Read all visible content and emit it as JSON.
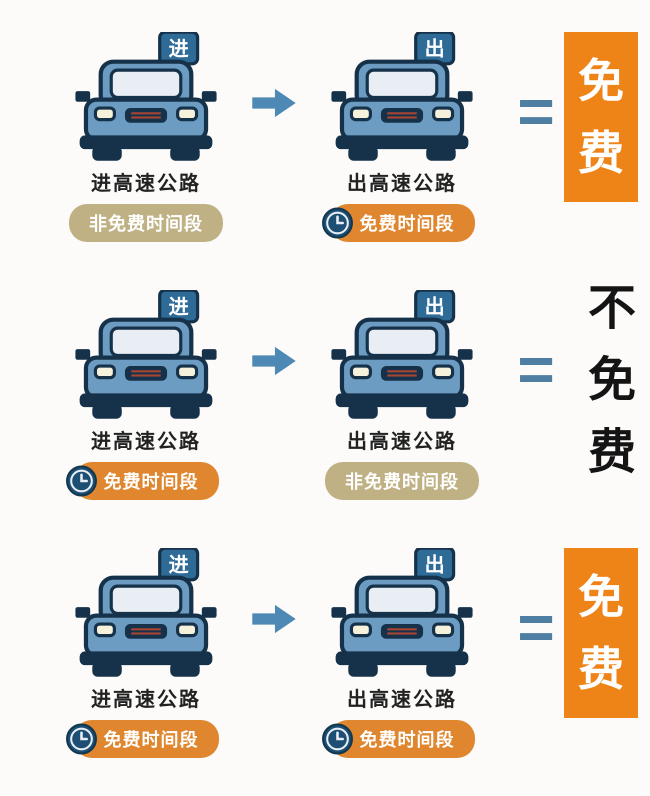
{
  "colors": {
    "car_body": "#6d9cc2",
    "car_outline": "#16324a",
    "flag_sign_bg": "#2e6b96",
    "free_badge_bg": "#e0862e",
    "nonfree_badge_bg": "#bfb184",
    "result_free_bg": "#ee8418",
    "arrow": "#4d89b4",
    "equals": "#4f7ea3"
  },
  "rows": [
    {
      "left": {
        "flag": "进",
        "caption": "进高速公路",
        "badge": {
          "text": "非免费时间段",
          "type": "nonfree"
        }
      },
      "right": {
        "flag": "出",
        "caption": "出高速公路",
        "badge": {
          "text": "免费时间段",
          "type": "free"
        }
      },
      "equals": "=",
      "result": {
        "type": "free",
        "text": "免费",
        "chars": [
          "免",
          "费"
        ]
      }
    },
    {
      "left": {
        "flag": "进",
        "caption": "进高速公路",
        "badge": {
          "text": "免费时间段",
          "type": "free"
        }
      },
      "right": {
        "flag": "出",
        "caption": "出高速公路",
        "badge": {
          "text": "非免费时间段",
          "type": "nonfree"
        }
      },
      "equals": "=",
      "result": {
        "type": "notfree",
        "text": "不免费",
        "chars": [
          "不",
          "免",
          "费"
        ]
      }
    },
    {
      "left": {
        "flag": "进",
        "caption": "进高速公路",
        "badge": {
          "text": "免费时间段",
          "type": "free"
        }
      },
      "right": {
        "flag": "出",
        "caption": "出高速公路",
        "badge": {
          "text": "免费时间段",
          "type": "free"
        }
      },
      "equals": "=",
      "result": {
        "type": "free",
        "text": "免费",
        "chars": [
          "免",
          "费"
        ]
      }
    }
  ]
}
